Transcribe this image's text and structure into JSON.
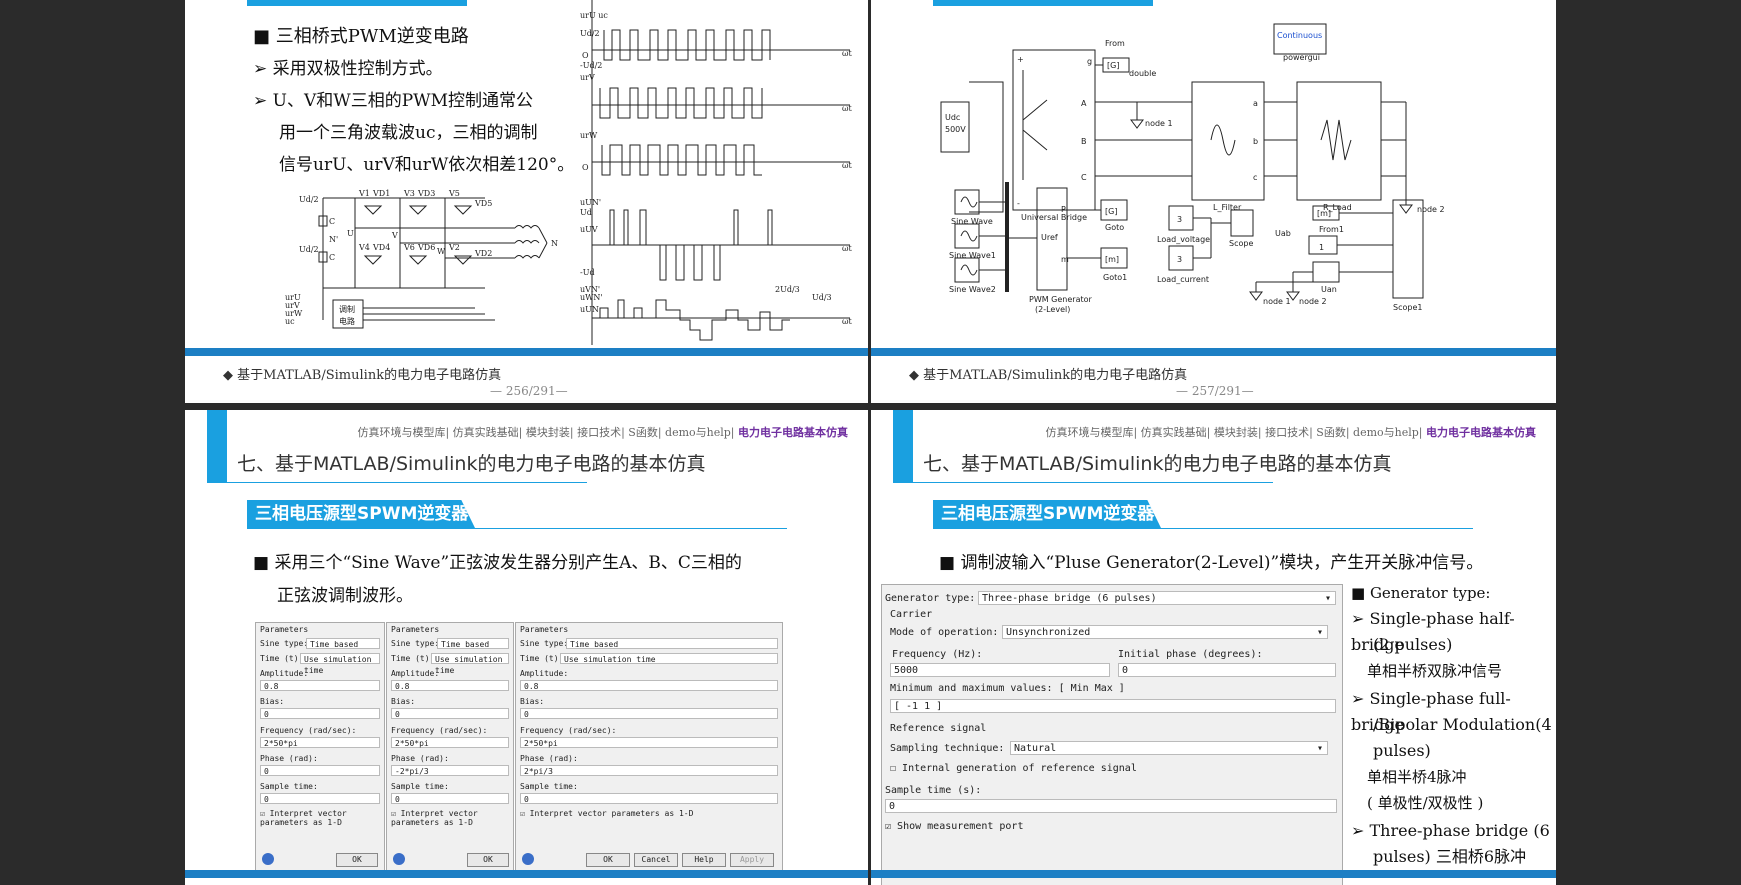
{
  "slide1": {
    "bullets": [
      "■ 三相桥式PWM逆变电路",
      "➢ 采用双极性控制方式。",
      "➢ U、V和W三相的PWM控制通常公",
      "用一个三角波载波uc，三相的调制",
      "信号urU、urV和urW依次相差120°。"
    ],
    "circuit_labels": [
      "Ud/2",
      "Ud/2",
      "C",
      "C",
      "N'",
      "V1",
      "V3",
      "V5",
      "V4",
      "V6",
      "V2",
      "VD1",
      "VD3",
      "VD5",
      "VD4",
      "VD6",
      "VD2",
      "U",
      "V",
      "W",
      "N",
      "调制",
      "电路",
      "urU",
      "urV",
      "urW",
      "uc"
    ],
    "wave_labels": [
      "urU uc",
      "urV",
      "urW",
      "uUN'",
      "uVN'",
      "uWN'",
      "uUV",
      "uUN",
      "O",
      "ωt",
      "Ud/2",
      "-Ud/2",
      "Ud",
      "-Ud",
      "2Ud/3",
      "Ud/3"
    ],
    "footer": "◆  基于MATLAB/Simulink的电力电子电路仿真",
    "page": "— 256/291—"
  },
  "slide2": {
    "blocks": [
      "Continuous",
      "powergui",
      "From",
      "[G]",
      "Udc",
      "500V",
      "Universal Bridge",
      "node 1",
      "L_Filter",
      "R_Load",
      "node 2",
      "Sine Wave",
      "Sine Wave1",
      "Sine Wave2",
      "Uref",
      "P",
      "m",
      "PWM Generator",
      "(2-Level)",
      "[G]",
      "Goto",
      "[m]",
      "Goto1",
      "3",
      "Load_voltage",
      "3",
      "Load_current",
      "Scope",
      "[m]",
      "From1",
      "Uab",
      "1",
      "Uan",
      "Scope1",
      "node 1",
      "node 2",
      "double",
      "A",
      "B",
      "C",
      "a",
      "b",
      "c",
      "g",
      "+",
      "-"
    ],
    "footer": "◆  基于MATLAB/Simulink的电力电子电路仿真",
    "page": "— 257/291—"
  },
  "slide3": {
    "nav": "仿真环境与模型库| 仿真实践基础| 模块封装| 接口技术| S函数| demo与help|",
    "nav_active": "电力电子电路基本仿真",
    "heading": "七、基于MATLAB/Simulink的电力电子电路的基本仿真",
    "section": "三相电压源型SPWM逆变器",
    "bullets": [
      "■ 采用三个“Sine Wave”正弦波发生器分别产生A、B、C三相的",
      "正弦波调制波形。"
    ],
    "dialog_labels": {
      "params": "Parameters",
      "sine_type": "Sine type:",
      "time": "Time (t):",
      "amplitude": "Amplitude:",
      "bias": "Bias:",
      "frequency": "Frequency (rad/sec):",
      "phase": "Phase (rad):",
      "sample": "Sample time:",
      "interpret": "Interpret vector parameters as 1-D",
      "ok": "OK",
      "cancel": "Cancel",
      "help": "Help",
      "apply": "Apply"
    },
    "dialogs": [
      {
        "sine_type": "Time based",
        "time": "Use simulation time",
        "amplitude": "0.8",
        "bias": "0",
        "frequency": "2*50*pi",
        "phase": "0",
        "sample": "0"
      },
      {
        "sine_type": "Time based",
        "time": "Use simulation time",
        "amplitude": "0.8",
        "bias": "0",
        "frequency": "2*50*pi",
        "phase": "-2*pi/3",
        "sample": "0"
      },
      {
        "sine_type": "Time based",
        "time": "Use simulation time",
        "amplitude": "0.8",
        "bias": "0",
        "frequency": "2*50*pi",
        "phase": "2*pi/3",
        "sample": "0"
      }
    ]
  },
  "slide4": {
    "nav": "仿真环境与模型库| 仿真实践基础| 模块封装| 接口技术| S函数| demo与help|",
    "nav_active": "电力电子电路基本仿真",
    "heading": "七、基于MATLAB/Simulink的电力电子电路的基本仿真",
    "section": "三相电压源型SPWM逆变器",
    "bullet": "■ 调制波输入“Pluse Generator(2-Level)”模块，产生开关脉冲信号。",
    "gen": {
      "gen_type_label": "Generator type:",
      "gen_type_value": "Three-phase bridge (6 pulses)",
      "carrier": "Carrier",
      "mode_label": "Mode of operation:",
      "mode_value": "Unsynchronized",
      "freq_label": "Frequency (Hz):",
      "freq_value": "5000",
      "phase_label": "Initial phase (degrees):",
      "phase_value": "0",
      "minmax_label": "Minimum and maximum values: [ Min  Max ]",
      "minmax_value": "[ -1  1 ]",
      "ref": "Reference signal",
      "sampling_label": "Sampling technique:",
      "sampling_value": "Natural",
      "internal": "Internal generation of reference signal",
      "sample_label": "Sample time (s):",
      "sample_value": "0",
      "show": "Show measurement port"
    },
    "right_list": [
      "■  Generator type:",
      "➢  Single-phase half-bridge",
      "(2 pulses)",
      "单相半桥双脉冲信号",
      "➢  Single-phase full-bridge",
      "/Bipolar Modulation(4",
      "pulses)",
      "单相半桥4脉冲",
      "( 单极性/双极性 )",
      "➢  Three-phase bridge (6",
      "pulses) 三相桥6脉冲"
    ]
  }
}
